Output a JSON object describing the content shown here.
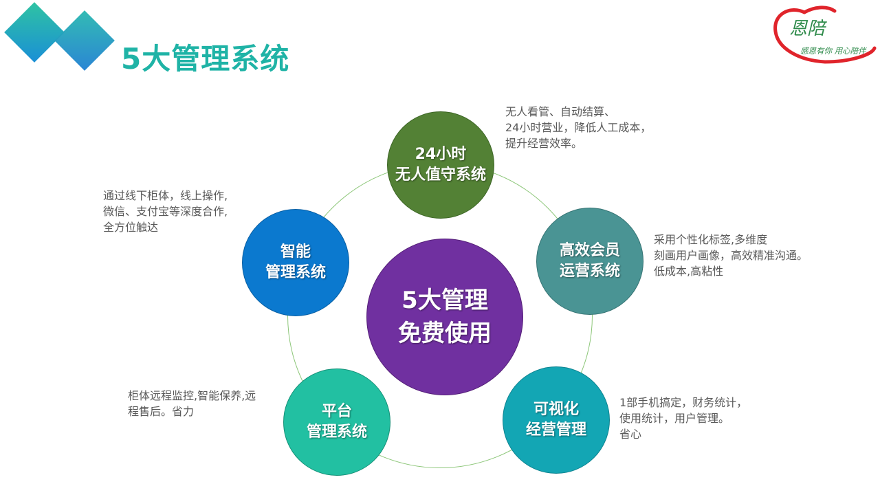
{
  "slide": {
    "title": "5大管理系统"
  },
  "logo": {
    "text": "恩陪",
    "slogan": "感恩有你 用心陪伴",
    "colors": {
      "heart": "#e0242b",
      "text": "#2e8a4a"
    }
  },
  "diagram": {
    "center": {
      "label": "5大管理\n免费使用",
      "color": "#7030a0"
    },
    "nodes": [
      {
        "id": "top",
        "label": "24小时\n无人值守系统",
        "color": "#538135",
        "description": "无人看管、自动结算、\n24小时营业，降低人工成本，\n提升经营效率。"
      },
      {
        "id": "right",
        "label": "高效会员\n运营系统",
        "color": "#4a9494",
        "description": "采用个性化标签,多维度\n刻画用户画像，高效精准沟通。\n低成本,高粘性"
      },
      {
        "id": "bottom-right",
        "label": "可视化\n经营管理",
        "color": "#13a6b4",
        "description": "1部手机搞定，财务统计，\n使用统计，用户管理。\n省心"
      },
      {
        "id": "bottom-left",
        "label": "平台\n管理系统",
        "color": "#22c0a2",
        "description": "柜体远程监控,智能保养,远\n程售后。省力"
      },
      {
        "id": "left",
        "label": "智能\n管理系统",
        "color": "#0b79cf",
        "description": "通过线下柜体，线上操作,\n微信、支付宝等深度合作,\n全方位触达"
      }
    ],
    "ring_color": "#8cc678"
  }
}
